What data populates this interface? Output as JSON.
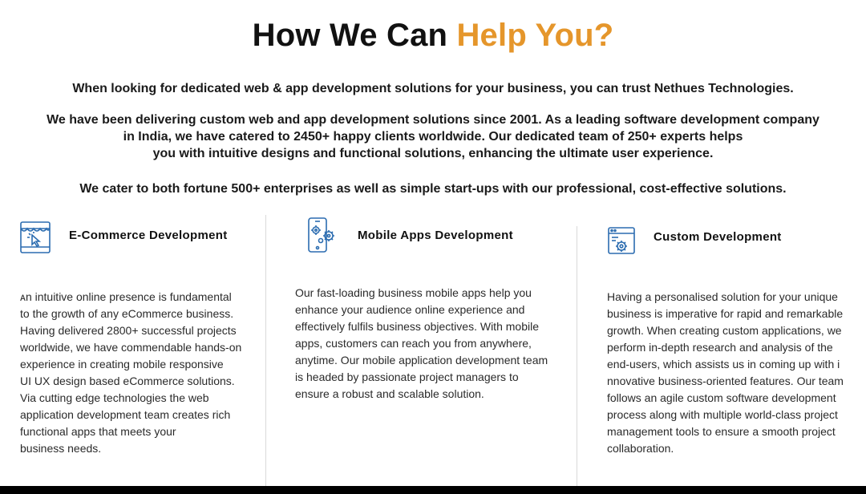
{
  "heading": {
    "main": "How We Can ",
    "accent": "Help You?",
    "accent_color": "#e5962b"
  },
  "intro": {
    "line1": "When looking for dedicated web & app development solutions for your business, you can trust Nethues Technologies.",
    "para2": [
      "We have been delivering custom web and app development solutions since 2001. As a leading software development company",
      "in India, we have catered to 2450+ happy clients worldwide. Our dedicated team of 250+ experts helps",
      "you with intuitive designs and functional solutions, enhancing the ultimate user experience."
    ],
    "line3": "We cater to both fortune 500+ enterprises as well as simple start-ups with our professional, cost-effective solutions."
  },
  "services": [
    {
      "icon": "storefront-cursor-icon",
      "title": "E-Commerce Development",
      "lines": [
        "ᴀn intuitive online presence is fundamental",
        "to the growth of any eCommerce business.",
        "Having delivered 2800+ successful projects",
        "worldwide, we have commendable hands-on",
        "experience in creating mobile responsive",
        "UI UX design based eCommerce solutions.",
        "Via cutting edge technologies the web",
        "application development team creates rich",
        "functional apps that meets your",
        "business needs."
      ]
    },
    {
      "icon": "mobile-gears-icon",
      "title": "Mobile Apps Development",
      "lines": [
        "Our fast-loading business mobile apps help you",
        "enhance your audience online experience and",
        "effectively fulfils business objectives. With mobile",
        "apps, customers can reach you from anywhere,",
        "anytime. Our mobile application development team",
        "is headed by passionate project managers to",
        "ensure a robust and scalable solution."
      ]
    },
    {
      "icon": "browser-gear-icon",
      "title": "Custom Development",
      "lines": [
        "Having a personalised solution for your unique",
        " business is imperative for rapid and remarkable",
        " growth. When creating custom applications, we",
        "perform in-depth research and analysis of the",
        "end-users, which assists us in coming up with i",
        "nnovative business-oriented features. Our team",
        "follows an agile custom software development",
        " process along with multiple world-class project",
        "management tools to ensure a smooth project",
        "collaboration."
      ]
    }
  ],
  "icon_color": "#2b6cb0"
}
